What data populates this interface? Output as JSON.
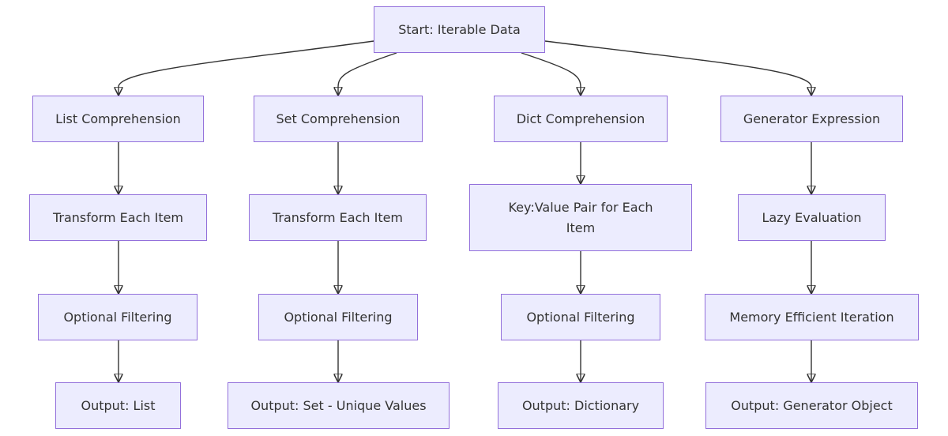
{
  "flowchart": {
    "start": "Start: Iterable Data",
    "branches": [
      {
        "name": "List Comprehension",
        "transform": "Transform Each Item",
        "step": "Optional Filtering",
        "output": "Output: List"
      },
      {
        "name": "Set Comprehension",
        "transform": "Transform Each Item",
        "step": "Optional Filtering",
        "output": "Output: Set - Unique Values"
      },
      {
        "name": "Dict Comprehension",
        "transform": "Key:Value Pair for Each Item",
        "step": "Optional Filtering",
        "output": "Output: Dictionary"
      },
      {
        "name": "Generator Expression",
        "transform": "Lazy Evaluation",
        "step": "Memory Efficient Iteration",
        "output": "Output: Generator Object"
      }
    ]
  },
  "colors": {
    "node_fill": "#ececfe",
    "node_border": "#9370db",
    "edge": "#333333",
    "text": "#333333"
  }
}
